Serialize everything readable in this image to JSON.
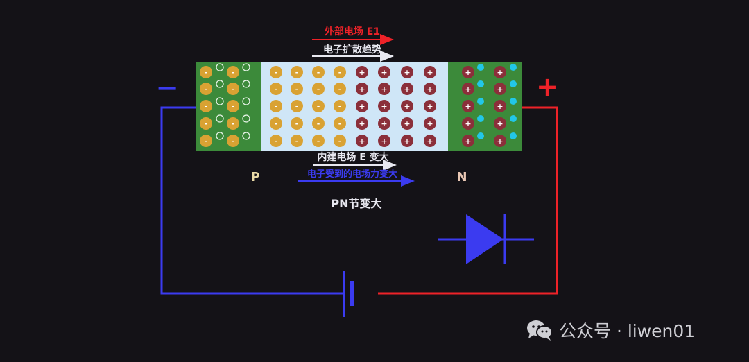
{
  "labels": {
    "external_field": "外部电场 E1",
    "electron_diffusion": "电子扩散趋势",
    "built_in_field": "内建电场 E 变大",
    "electron_force": "电子受到的电场力变大",
    "p_region": "P",
    "n_region": "N",
    "pn_junction": "PN节变大",
    "minus_sign": "−",
    "plus_sign": "+",
    "ion_negative": "-",
    "ion_positive": "+"
  },
  "watermark": {
    "text": "公众号 · liwen01",
    "icon": "wechat-icon"
  },
  "colors": {
    "background": "#141217",
    "neutral_region": "#3c8a3a",
    "depletion_region": "#cfe6f7",
    "acceptor_ion": "#d9a233",
    "donor_ion": "#8b2f3a",
    "electron": "#22c7e8",
    "wire_negative": "#3b3bf0",
    "wire_positive": "#ee2228",
    "external_field_arrow": "#ee2228",
    "diffusion_arrow": "#e8e8f0",
    "force_arrow": "#3b3bf0",
    "diode": "#3b3bf0"
  }
}
